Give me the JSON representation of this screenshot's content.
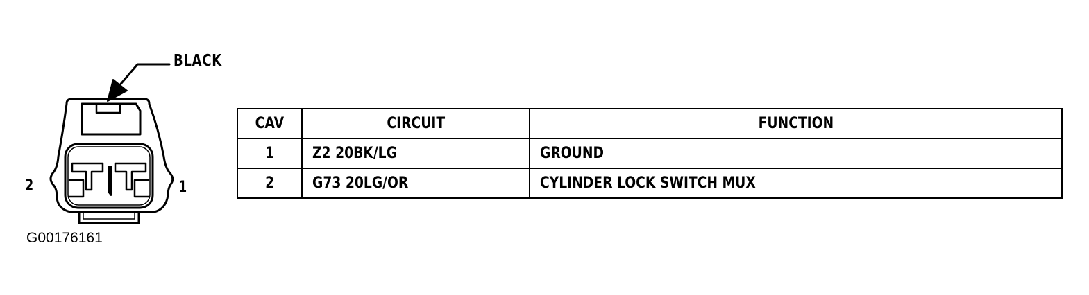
{
  "connector": {
    "color_label": "BLACK",
    "pin_left_label": "2",
    "pin_right_label": "1",
    "figure_id": "G00176161"
  },
  "table": {
    "headers": {
      "cav": "CAV",
      "circuit": "CIRCUIT",
      "function": "FUNCTION"
    },
    "rows": [
      {
        "cav": "1",
        "circuit": "Z2 20BK/LG",
        "function": "GROUND"
      },
      {
        "cav": "2",
        "circuit": "G73 20LG/OR",
        "function": "CYLINDER LOCK SWITCH MUX"
      }
    ]
  }
}
